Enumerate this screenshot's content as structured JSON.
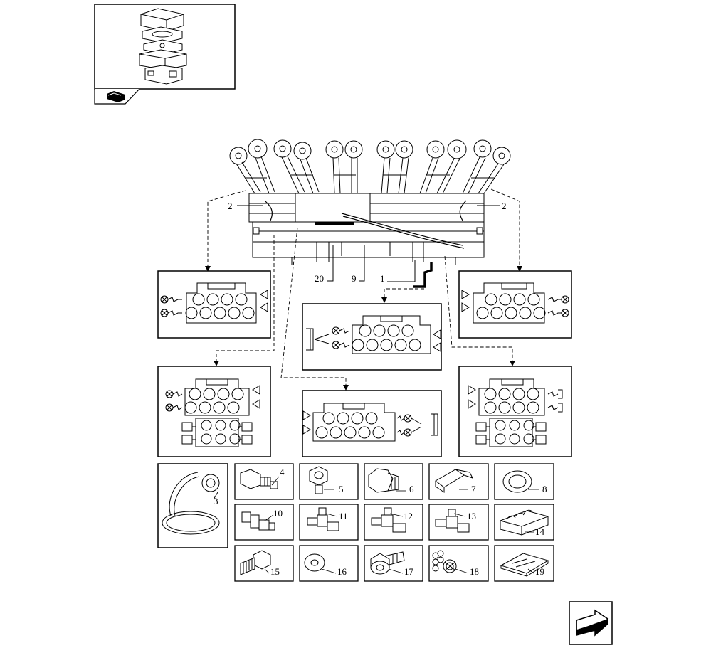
{
  "diagram": {
    "callouts": {
      "c1": "1",
      "c2_left": "2",
      "c2_right": "2",
      "c3": "3",
      "c4": "4",
      "c5": "5",
      "c6": "6",
      "c7": "7",
      "c8": "8",
      "c9": "9",
      "c10": "10",
      "c11": "11",
      "c12": "12",
      "c13": "13",
      "c14": "14",
      "c15": "15",
      "c16": "16",
      "c17": "17",
      "c18": "18",
      "c19": "19",
      "c20": "20"
    }
  },
  "icons": {
    "thumbnail": "assembly-thumbnail-icon",
    "section": "book-section-icon",
    "next_page": "next-page-arrow-icon"
  }
}
